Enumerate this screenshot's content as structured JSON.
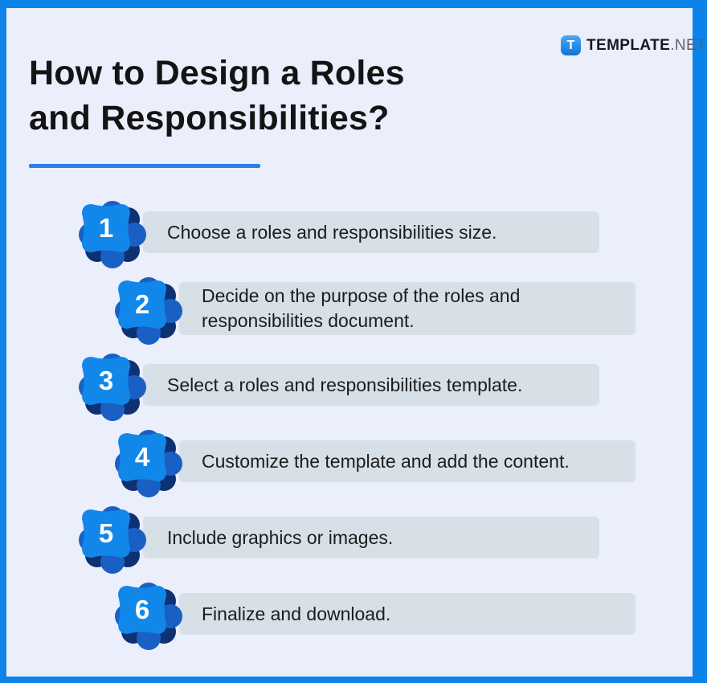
{
  "logo": {
    "icon_letter": "T",
    "brand_bold": "TEMPLATE",
    "brand_light": ".NET"
  },
  "title": {
    "line1": "How to Design a Roles",
    "line2": "and Responsibilities?"
  },
  "steps": [
    {
      "number": "1",
      "text": "Choose a roles and responsibilities size."
    },
    {
      "number": "2",
      "text": "Decide on the purpose of the roles and responsibilities document."
    },
    {
      "number": "3",
      "text": "Select a roles and responsibilities template."
    },
    {
      "number": "4",
      "text": "Customize the template and add the content."
    },
    {
      "number": "5",
      "text": "Include graphics or images."
    },
    {
      "number": "6",
      "text": "Finalize and download."
    }
  ],
  "colors": {
    "frame_blue": "#0b83e8",
    "background": "#ebeefb",
    "bar_background": "#d7e0e7",
    "badge_front_blue": "#1187ea",
    "badge_mid_blue": "#1a60c4",
    "badge_dark_navy": "#0e3173",
    "underline_blue": "#2f7ee3",
    "title_text": "#141414",
    "step_text": "#1c1c1c"
  }
}
